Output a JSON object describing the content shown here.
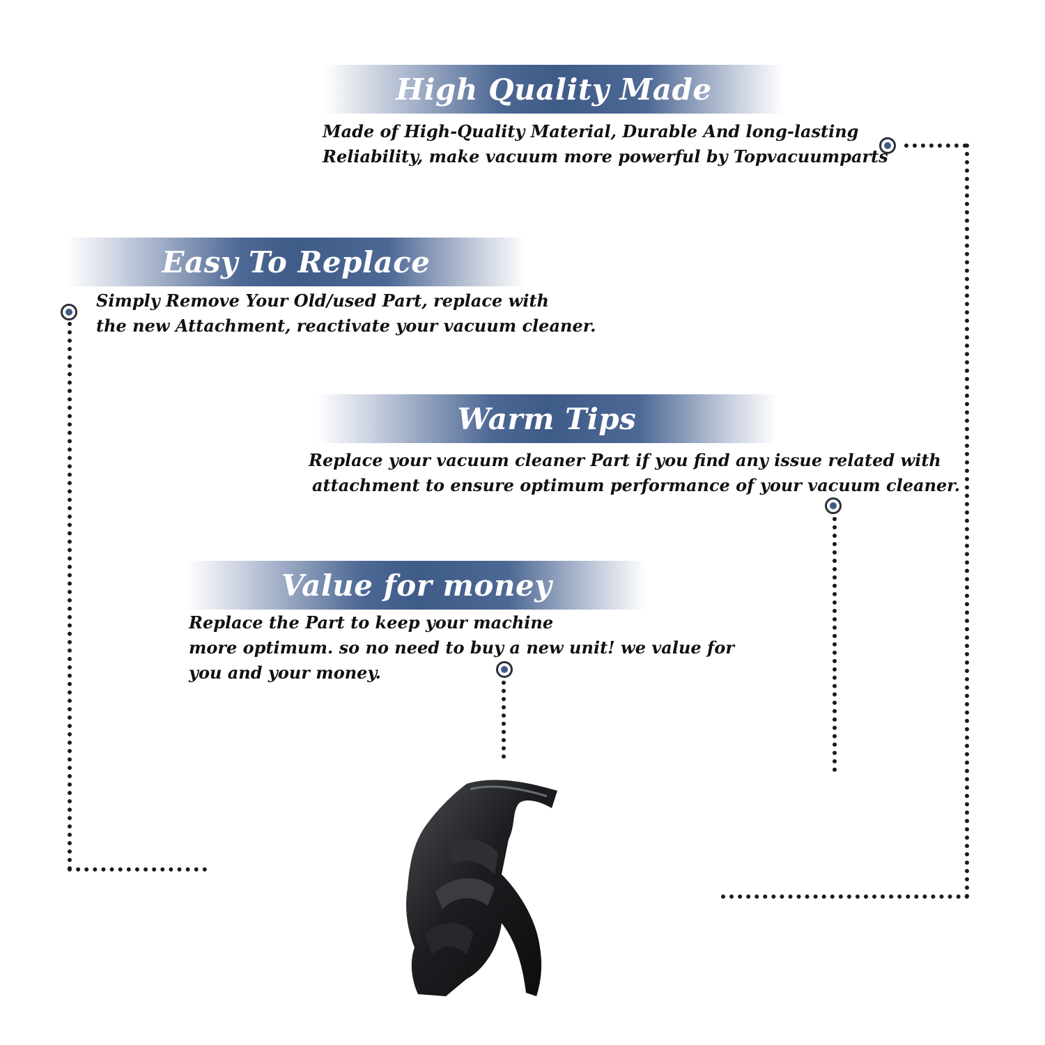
{
  "sections": [
    {
      "title": "High Quality Made",
      "lines": [
        "Made of  High-Quality Material, Durable And long-lasting",
        "Reliability, make vacuum more powerful by Topvacuumparts"
      ]
    },
    {
      "title": "Easy To Replace",
      "lines": [
        "Simply Remove Your Old/used Part, replace with",
        "the new Attachment, reactivate your vacuum cleaner."
      ]
    },
    {
      "title": "Warm Tips",
      "lines": [
        "Replace your vacuum cleaner Part if you find any issue related with",
        "attachment to ensure optimum performance of your vacuum cleaner."
      ]
    },
    {
      "title": "Value for money",
      "lines": [
        "Replace the Part to keep your machine",
        "more optimum. so no need to buy a new unit! we value for",
        "you and your money."
      ]
    }
  ],
  "colors": {
    "banner_blue": "#3f5b88",
    "marker_dot": "#3f5b88",
    "text": "#111111",
    "line": "#1a1a1a"
  },
  "image": {
    "subject": "black vacuum cleaner part"
  }
}
